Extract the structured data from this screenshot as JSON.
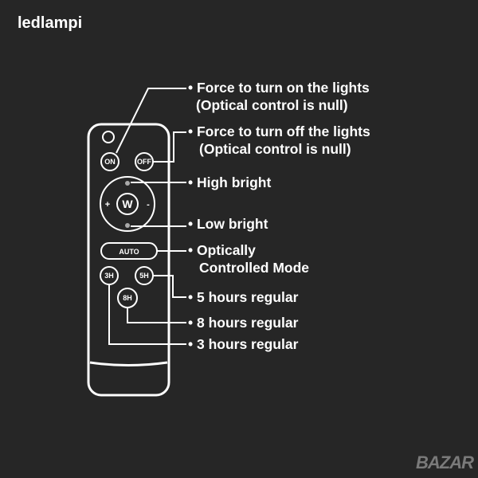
{
  "brand": "ledlampi",
  "watermark": "BAZAR",
  "remote": {
    "buttons": {
      "on": "ON",
      "off": "OFF",
      "center": "W",
      "plus": "+",
      "minus": "-",
      "auto": "AUTO",
      "h3": "3H",
      "h5": "5H",
      "h8": "8H"
    }
  },
  "labels": [
    {
      "line1": "• Force to turn on the lights",
      "line2": "(Optical control is null)"
    },
    {
      "line1": "• Force to turn off the lights",
      "line2": "(Optical control is null)"
    },
    {
      "line1": "• High bright"
    },
    {
      "line1": "• Low bright"
    },
    {
      "line1": "• Optically",
      "line2": "Controlled Mode"
    },
    {
      "line1": "• 5 hours regular"
    },
    {
      "line1": "• 8 hours regular"
    },
    {
      "line1": "• 3 hours regular"
    }
  ]
}
